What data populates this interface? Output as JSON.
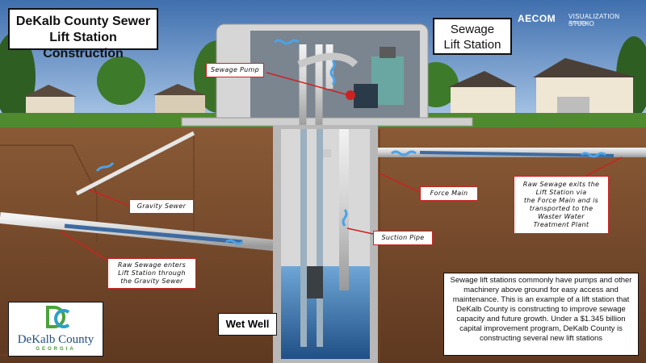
{
  "header": {
    "title_line1": "DeKalb County Sewer",
    "title_line2": "Lift Station Construction",
    "lift_station_line1": "Sewage",
    "lift_station_line2": "Lift Station"
  },
  "branding": {
    "aecom": "AECOM",
    "studio": "VISUALIZATION STUDIO",
    "studio_sub": "Americas"
  },
  "labels": {
    "sewage_pump": "Sewage Pump",
    "gravity_sewer": "Gravity Sewer",
    "force_main": "Force Main",
    "suction_pipe": "Suction Pipe",
    "raw_enters_1": "Raw Sewage enters",
    "raw_enters_2": "Lift Station through",
    "raw_enters_3": "the Gravity Sewer",
    "raw_exits_1": "Raw Sewage exits the",
    "raw_exits_2": "Lift Station via",
    "raw_exits_3": "the Force Main and is",
    "raw_exits_4": "transported to the",
    "raw_exits_5": "Waster Water",
    "raw_exits_6": "Treatment Plant",
    "wet_well": "Wet Well"
  },
  "info_text": "Sewage lift stations commonly have pumps and other machinery above ground for easy access and maintenance. This is an example of a lift station that DeKalb County is constructing to improve sewage capacity and future growth. Under a $1.345 billion capital improvement program, DeKalb County is constructing several new lift stations",
  "logo": {
    "name": "DeKalb County",
    "sub": "GEORGIA"
  },
  "colors": {
    "sky": "#5f8fc8",
    "grass": "#4f8a2e",
    "soil": "#7a4a2a",
    "concrete": "#c9c9c9",
    "pipe": "#dcdcdc",
    "water": "#3f7fb8",
    "flow_arrow": "#4aa3e8",
    "callout_red": "#cc2222"
  }
}
